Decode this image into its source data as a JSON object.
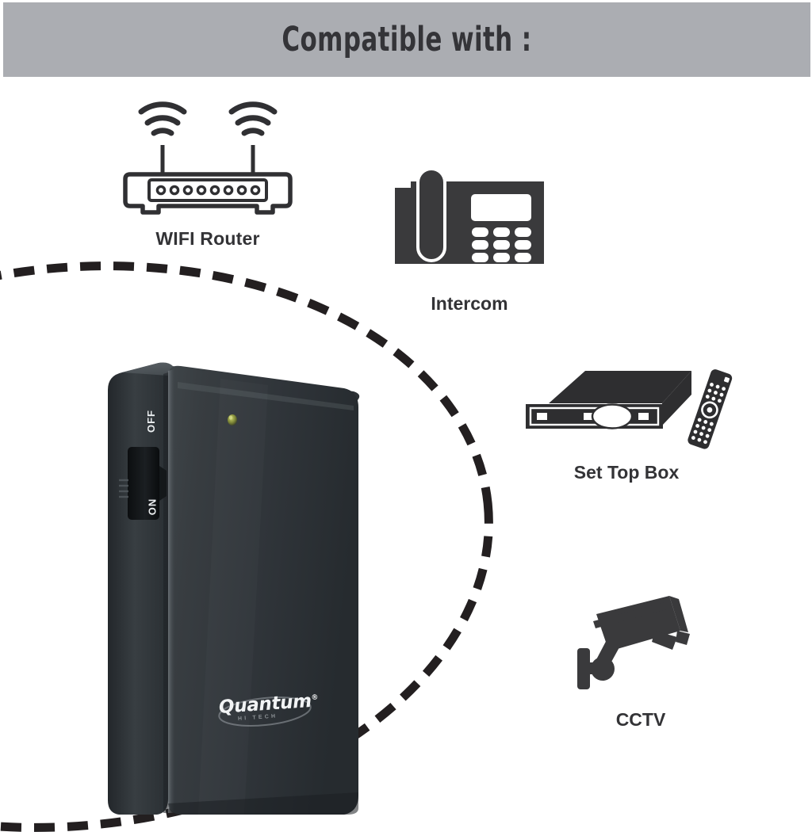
{
  "header": {
    "title": "Compatible with :",
    "background_color": "#abadb2",
    "text_color": "#343438"
  },
  "page": {
    "background_color": "#ffffff",
    "label_color": "#333336"
  },
  "compatible_devices": [
    {
      "id": "wifi-router",
      "label": "WIFI Router",
      "icon": "wifi-router-icon",
      "style": "outline"
    },
    {
      "id": "intercom",
      "label": "Intercom",
      "icon": "intercom-phone-icon",
      "style": "solid"
    },
    {
      "id": "set-top-box",
      "label": "Set Top Box",
      "icon": "set-top-box-icon",
      "style": "solid"
    },
    {
      "id": "cctv",
      "label": "CCTV",
      "icon": "cctv-camera-icon",
      "style": "solid"
    }
  ],
  "product": {
    "name": "quantum-power-device",
    "body_color": "#33383c",
    "switch": {
      "off_label": "OFF",
      "on_label": "ON",
      "label_color": "#eceff1"
    },
    "led": {
      "name": "power-led-indicator",
      "color": "#9aa34d"
    },
    "brand": {
      "word": "Quantum",
      "trademark": "®",
      "subtitle": "HI TECH",
      "color": "#f2f4f5"
    }
  },
  "decoration": {
    "arc": {
      "name": "dashed-arc",
      "color": "#231f20",
      "style": "dashed-ellipse"
    }
  }
}
